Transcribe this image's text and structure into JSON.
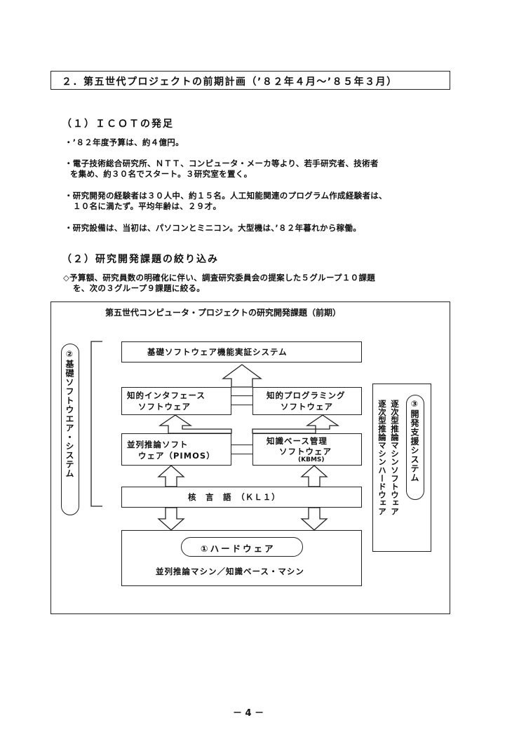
{
  "heading": "２．第五世代プロジェクトの前期計画（’８２年４月～’８５年３月）",
  "section1": {
    "title": "（１）ＩＣＯＴの発足",
    "bullets": [
      {
        "line1": "・’８２年度予算は、約４億円。",
        "line2": ""
      },
      {
        "line1": "・電子技術総合研究所、ＮＴＴ、コンピュータ・メーカ等より、若手研究者、技術者",
        "line2": "を集め、約３０名でスタート。３研究室を置く。"
      },
      {
        "line1": "・研究開発の経験者は３０人中、約１５名。人工知能関連のプログラム作成経験者は、",
        "line2": "１０名に満たず。平均年齢は、２９才。"
      },
      {
        "line1": "・研究設備は、当初は、パソコンとミニコン。大型機は、’８２年暮れから稼働。",
        "line2": ""
      }
    ]
  },
  "section2": {
    "title": "（２）研究開発課題の絞り込み",
    "line1": "◇予算額、研究員数の明確化に伴い、調査研究委員会の提案した５グループ１０課題",
    "line2": "を、次の３グループ９課題に絞る。"
  },
  "diagram": {
    "title": "第五世代コンピュータ・プロジェクトの研究開発課題（前期）",
    "left_group": "②基礎ソフトウエア・システム",
    "right_group": "③開発支援システム",
    "right_col1": "逐次型推論マシンハードウェア",
    "right_col2": "逐次型推論マシンソフトウェア",
    "top_box": "基礎ソフトウェア機能実証システム",
    "ui_left_1": "知的インタフェース",
    "ui_left_2": "ソフトウェア",
    "ui_right_1": "知的プログラミング",
    "ui_right_2": "ソフトウェア",
    "mid_left_1": "並列推論ソフト",
    "mid_left_2": "ウェア（PIMOS）",
    "mid_right_1": "知識ベース管理",
    "mid_right_2": "ソフトウェア",
    "mid_right_3": "(KBMS)",
    "kernel": "核　言　語　（ＫＬ１）",
    "hardware_label": "①ハードウェア",
    "hardware_sub": "並列推論マシン／知識ベース・マシン"
  },
  "page_number": "－ 4 －"
}
